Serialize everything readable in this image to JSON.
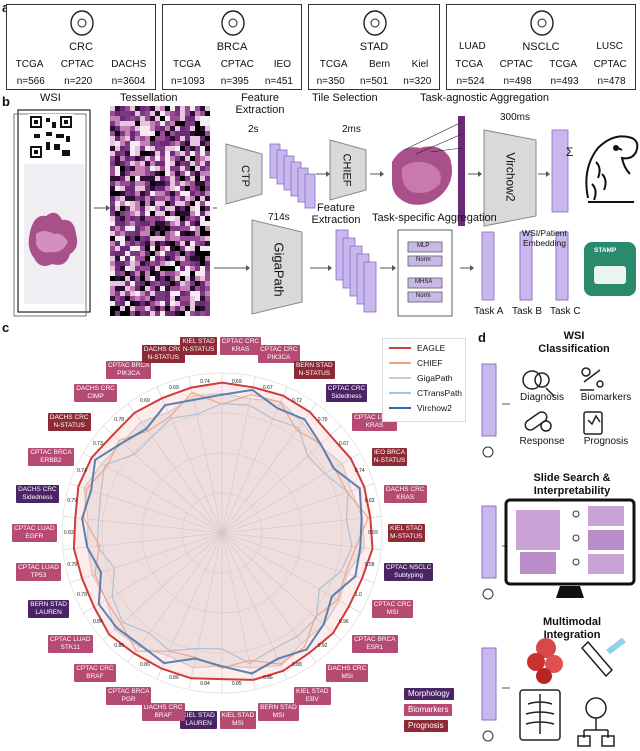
{
  "panel_a": {
    "label": "a",
    "cohorts": [
      {
        "type": "CRC",
        "sites": [
          "TCGA",
          "CPTAC",
          "DACHS"
        ],
        "counts": [
          "n=566",
          "n=220",
          "n=3604"
        ]
      },
      {
        "type": "BRCA",
        "sites": [
          "TCGA",
          "CPTAC",
          "IEO"
        ],
        "counts": [
          "n=1093",
          "n=395",
          "n=451"
        ]
      },
      {
        "type": "STAD",
        "sites": [
          "TCGA",
          "Bern",
          "Kiel"
        ],
        "counts": [
          "n=350",
          "n=501",
          "n=320"
        ]
      },
      {
        "type": "NSCLC",
        "sub_left": "LUAD",
        "sub_right": "LUSC",
        "sites": [
          "TCGA",
          "CPTAC",
          "TCGA",
          "CPTAC"
        ],
        "counts": [
          "n=524",
          "n=498",
          "n=493",
          "n=478"
        ]
      }
    ]
  },
  "panel_b": {
    "label": "b",
    "wsi": "WSI",
    "tessellation": "Tessellation",
    "feature_extraction": "Feature\nExtraction",
    "tile_selection": "Tile Selection",
    "task_agnostic": "Task-agnostic Aggregation",
    "task_specific": "Task-specific Aggregation",
    "t_ctp": "2s",
    "t_chief": "2ms",
    "t_virchow": "300ms",
    "t_gigapath": "714s",
    "ctp": "CTP",
    "chief": "CHIEF",
    "virchow": "Virchow2",
    "gigapath": "GigaPath",
    "sigma": "Σ",
    "embedding": "WSI/Patient\nEmbedding",
    "mlp": "MLP",
    "mhsa": "MHSA",
    "norm": "Norm",
    "stamp": "STAMP",
    "tasks": [
      "Task A",
      "Task B",
      "Task C"
    ]
  },
  "panel_c": {
    "label": "c",
    "legend": [
      {
        "name": "EAGLE",
        "color": "#d13b3b"
      },
      {
        "name": "CHIEF",
        "color": "#f2a07a"
      },
      {
        "name": "GigaPath",
        "color": "#cccccc"
      },
      {
        "name": "CTransPath",
        "color": "#9dc4e2"
      },
      {
        "name": "Virchow2",
        "color": "#2b6fb2"
      }
    ],
    "categories": [
      {
        "name": "Morphology",
        "cls": "m"
      },
      {
        "name": "Biomarkers",
        "cls": "b"
      },
      {
        "name": "Prognosis",
        "cls": "p"
      }
    ],
    "tags": [
      {
        "t": "CPTAC CRC\nKRAS",
        "c": "b"
      },
      {
        "t": "CPTAC CRC\nPIK3CA",
        "c": "b"
      },
      {
        "t": "BERN STAD\nN-STATUS",
        "c": "p"
      },
      {
        "t": "CPTAC CRC\nSidedness",
        "c": "m"
      },
      {
        "t": "CPTAC LUAD\nKRAS",
        "c": "b"
      },
      {
        "t": "IEO BRCA\nN-STATUS",
        "c": "p"
      },
      {
        "t": "DACHS CRC\nKRAS",
        "c": "b"
      },
      {
        "t": "KIEL STAD\nM-STATUS",
        "c": "p"
      },
      {
        "t": "CPTAC NSCLC\nSubtyping",
        "c": "m"
      },
      {
        "t": "CPTAC CRC\nMSI",
        "c": "b"
      },
      {
        "t": "CPTAC BRCA\nESR1",
        "c": "b"
      },
      {
        "t": "DACHS CRC\nMSI",
        "c": "b"
      },
      {
        "t": "KIEL STAD\nEBV",
        "c": "b"
      },
      {
        "t": "BERN STAD\nMSI",
        "c": "b"
      },
      {
        "t": "KIEL STAD\nMSI",
        "c": "b"
      },
      {
        "t": "KIEL STAD\nLAUREN",
        "c": "m"
      },
      {
        "t": "DACHS CRC\nBRAF",
        "c": "b"
      },
      {
        "t": "CPTAC BRCA\nPGR",
        "c": "b"
      },
      {
        "t": "CPTAC CRC\nBRAF",
        "c": "b"
      },
      {
        "t": "CPTAC LUAD\nSTK11",
        "c": "b"
      },
      {
        "t": "BERN STAD\nLAUREN",
        "c": "m"
      },
      {
        "t": "CPTAC LUAD\nTP53",
        "c": "b"
      },
      {
        "t": "CPTAC LUAD\nEGFR",
        "c": "b"
      },
      {
        "t": "DACHS CRC\nSidedness",
        "c": "m"
      },
      {
        "t": "CPTAC BRCA\nERBB2",
        "c": "b"
      },
      {
        "t": "DACHS CRC\nN-STATUS",
        "c": "p"
      },
      {
        "t": "DACHS CRC\nCIMP",
        "c": "b"
      },
      {
        "t": "CPTAC BRCA\nPIK3CA",
        "c": "b"
      },
      {
        "t": "DACHS CRC\nN-STATUS",
        "c": "p"
      },
      {
        "t": "KIEL STAD\nN-STATUS",
        "c": "p"
      }
    ],
    "range_labels": [
      "0.69",
      "0.67",
      "0.72",
      "0.70",
      "0.67",
      "0.74",
      "0.63",
      "0.59",
      "0.58",
      "1.0",
      "0.96",
      "0.92",
      "0.88",
      "0.86",
      "0.85",
      "0.84",
      "0.86",
      "0.86",
      "0.85",
      "0.84",
      "0.79",
      "0.79",
      "0.82",
      "0.79",
      "0.74",
      "0.73",
      "0.78",
      "0.69",
      "0.69",
      "0.74"
    ]
  },
  "panel_d": {
    "label": "d",
    "wsi_title": "WSI\nClassification",
    "items": [
      "Diagnosis",
      "Biomarkers",
      "Response",
      "Prognosis"
    ],
    "search_title": "Slide Search &\nInterpretability",
    "multimodal_title": "Multimodal\nIntegration"
  }
}
